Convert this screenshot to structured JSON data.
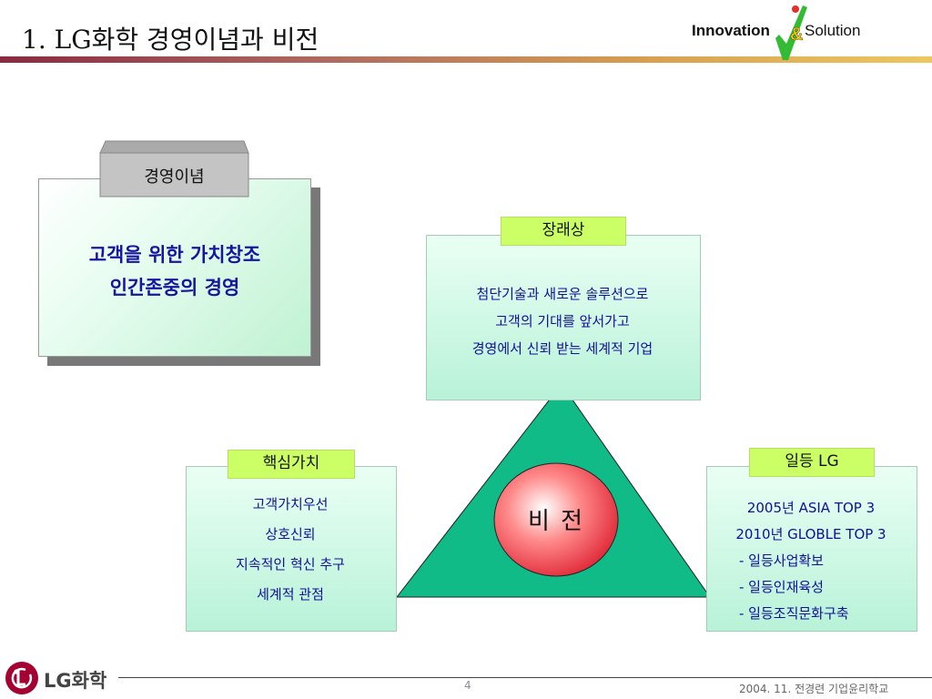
{
  "header": {
    "title": "1. LG화학 경영이념과 비전",
    "brand_innovation": "Innovation",
    "brand_ampersand": "&",
    "brand_solution": "Solution"
  },
  "philosophy": {
    "tab": "경영이념",
    "lines": [
      "고객을 위한 가치창조",
      "인간존중의 경영"
    ]
  },
  "future": {
    "tab": "장래상",
    "lines": [
      "첨단기술과 새로운 솔루션으로",
      "고객의 기대를 앞서가고",
      "경영에서 신뢰 받는 세계적 기업"
    ]
  },
  "core_values": {
    "tab": "핵심가치",
    "lines": [
      "고객가치우선",
      "상호신뢰",
      "지속적인 혁신 추구",
      "세계적 관점"
    ]
  },
  "first_lg": {
    "tab": "일등 LG",
    "lines": [
      "2005년 ASIA TOP 3",
      "2010년 GLOBLE TOP 3"
    ],
    "items": [
      "- 일등사업확보",
      "- 일등인재육성",
      "- 일등조직문화구축"
    ]
  },
  "vision": {
    "label": "비  전"
  },
  "footer": {
    "logo_text": "LG화학",
    "page_number": "4",
    "text": "2004. 11. 전경련 기업윤리학교"
  },
  "colors": {
    "triangle": "#11bb88",
    "circle": "#ee3344",
    "tab_green": "#ccff66",
    "text_blue": "#10109a",
    "logo_red": "#a50034"
  }
}
